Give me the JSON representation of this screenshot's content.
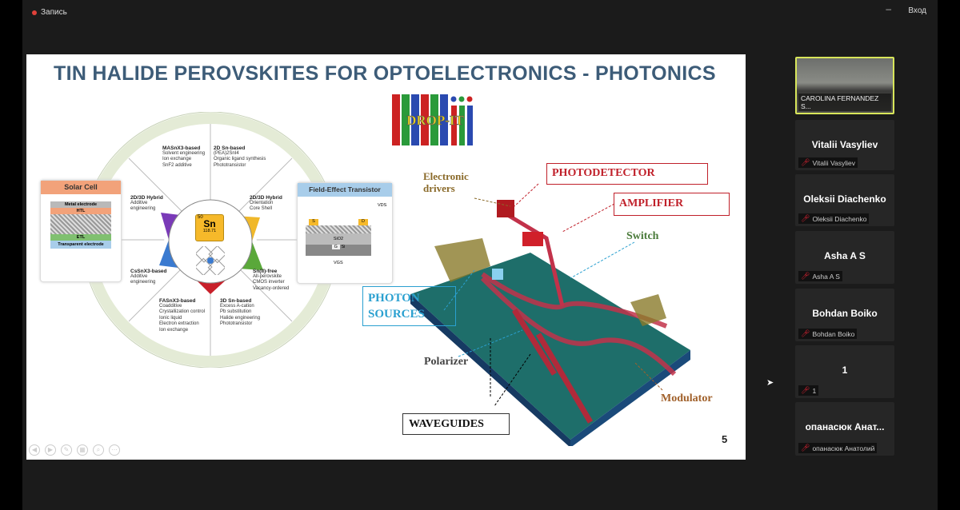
{
  "topbar": {
    "recording_label": "Запись",
    "minimize": "–",
    "exit_label": "Вход"
  },
  "slide": {
    "title": "TIN HALIDE PEROVSKITES FOR OPTOELECTRONICS - PHOTONICS",
    "logo_text": "DROP-IT",
    "page_number": "5",
    "solar_cell": {
      "title": "Solar Cell",
      "layers": [
        "Metal electrode",
        "HTL",
        "ETL",
        "Transparent electrode"
      ]
    },
    "fet": {
      "title": "Field-Effect Transistor",
      "source": "S",
      "drain": "D",
      "oxide": "SiO2",
      "gate": "G",
      "substrate": "Si",
      "vds": "VDS",
      "vgs": "VGS"
    },
    "element": {
      "number": "50",
      "symbol": "Sn",
      "mass": "118.71"
    },
    "segments": [
      {
        "title": "MASnX3-based",
        "items": [
          "Solvent engineering",
          "Ion exchange",
          "SnF2 additive"
        ]
      },
      {
        "title": "2D Sn-based",
        "items": [
          "(PEA)2SnI4",
          "Organic ligand synthesis",
          "Phototransistor"
        ]
      },
      {
        "title": "2D/3D Hybrid",
        "items": [
          "Orientation",
          "Core Shell"
        ]
      },
      {
        "title": "Sn(II)-free",
        "items": [
          "All-perovskite",
          "CMOS inverter",
          "Vacancy-ordered"
        ]
      },
      {
        "title": "3D Sn-based",
        "items": [
          "Excess A-cation",
          "Pb substitution",
          "Halide engineering",
          "Phototransistor"
        ]
      },
      {
        "title": "FASnX3-based",
        "items": [
          "Coadditive",
          "Crystallization control",
          "Ionic liquid",
          "Electron extraction",
          "Ion exchange"
        ]
      },
      {
        "title": "CsSnX3-based",
        "items": [
          "Additive",
          "engineering"
        ]
      },
      {
        "title": "2D/3D Hybrid",
        "items": [
          "Additive",
          "engineering"
        ]
      }
    ],
    "photonics": {
      "electronic_drivers": "Electronic drivers",
      "photodetector": "PHOTODETECTOR",
      "amplifier": "AMPLIFIER",
      "switch": "Switch",
      "photon_sources": "PHOTON SOURCES",
      "polarizer": "Polarizer",
      "waveguides": "WAVEGUIDES",
      "modulator": "Modulator"
    }
  },
  "participants": [
    {
      "name": "CAROLINA FERNANDEZ S...",
      "video": true
    },
    {
      "name": "Vitalii Vasyliev",
      "label": "Vitalii Vasyliev"
    },
    {
      "name": "Oleksii Diachenko",
      "label": "Oleksii Diachenko"
    },
    {
      "name": "Asha A S",
      "label": "Asha A S"
    },
    {
      "name": "Bohdan Boiko",
      "label": "Bohdan Boiko"
    },
    {
      "name": "1",
      "label": "1"
    },
    {
      "name": "опанасюк  Анат...",
      "label": "опанасюк Анатолий"
    }
  ],
  "colors": {
    "accent_border": "#d8e65a",
    "title": "#3d5c78",
    "record": "#e0413a"
  }
}
